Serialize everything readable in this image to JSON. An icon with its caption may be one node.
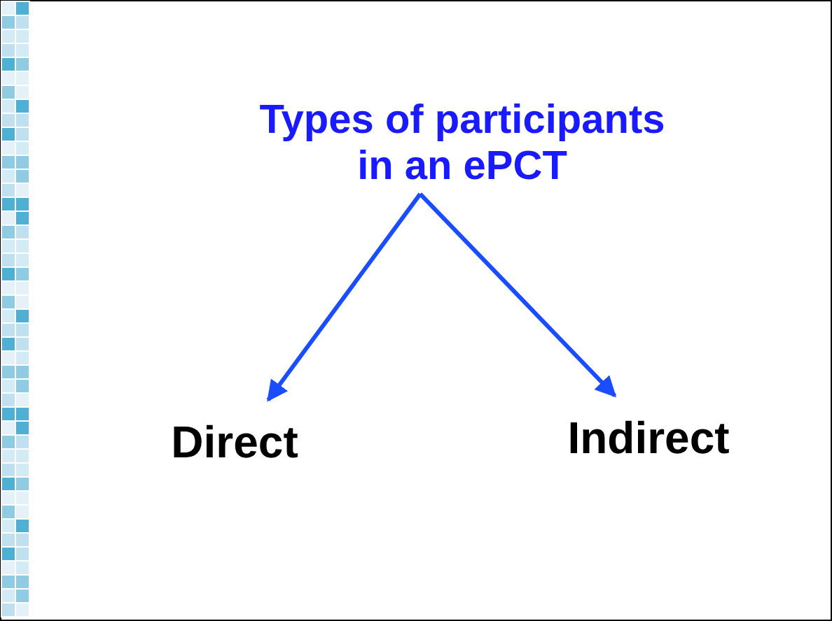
{
  "diagram": {
    "nodes": [
      {
        "text": [
          "Types of participants in an ePCT"
        ]
      },
      {
        "text": [
          "Direct"
        ]
      },
      {
        "text": [
          "Indirect"
        ]
      }
    ],
    "edges": [
      {
        "from": 0,
        "to": 1,
        "arrow": "to"
      },
      {
        "from": 0,
        "to": 2,
        "arrow": "to"
      }
    ]
  }
}
